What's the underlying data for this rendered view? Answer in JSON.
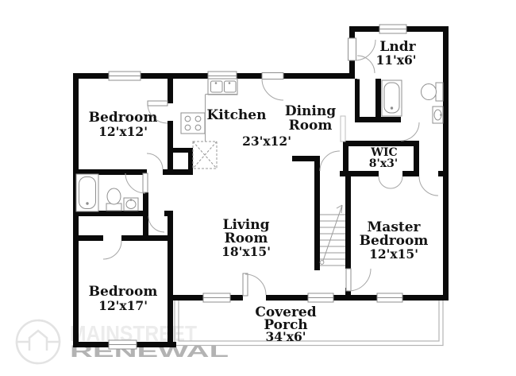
{
  "plan": {
    "rooms": {
      "bedroom_top": {
        "name": "Bedroom",
        "dims": "12'x12'"
      },
      "kitchen": {
        "name": "Kitchen"
      },
      "dining": {
        "line1": "Dining",
        "line2": "Room"
      },
      "kitchen_dining_dims": "23'x12'",
      "laundry": {
        "name": "Lndr",
        "dims": "11'x6'"
      },
      "wic": {
        "name": "WIC",
        "dims": "8'x3'"
      },
      "living": {
        "line1": "Living",
        "line2": "Room",
        "dims": "18'x15'"
      },
      "master": {
        "line1": "Master",
        "line2": "Bedroom",
        "dims": "12'x15'"
      },
      "bedroom_bottom": {
        "name": "Bedroom",
        "dims": "12'x17'"
      },
      "porch": {
        "line1": "Covered",
        "line2": "Porch",
        "dims": "34'x6'"
      }
    },
    "watermark": {
      "line1": "MAINSTREET",
      "line2": "RENEWAL"
    },
    "colors": {
      "wall": "#0a0a0a",
      "fixture_line": "#8f8f8f",
      "door_arc": "#a6a6a6",
      "label_text": "#141414",
      "watermark_light": "#ececec",
      "watermark_mid": "#b3b3b3",
      "porch_line": "#b5b5b5"
    }
  }
}
